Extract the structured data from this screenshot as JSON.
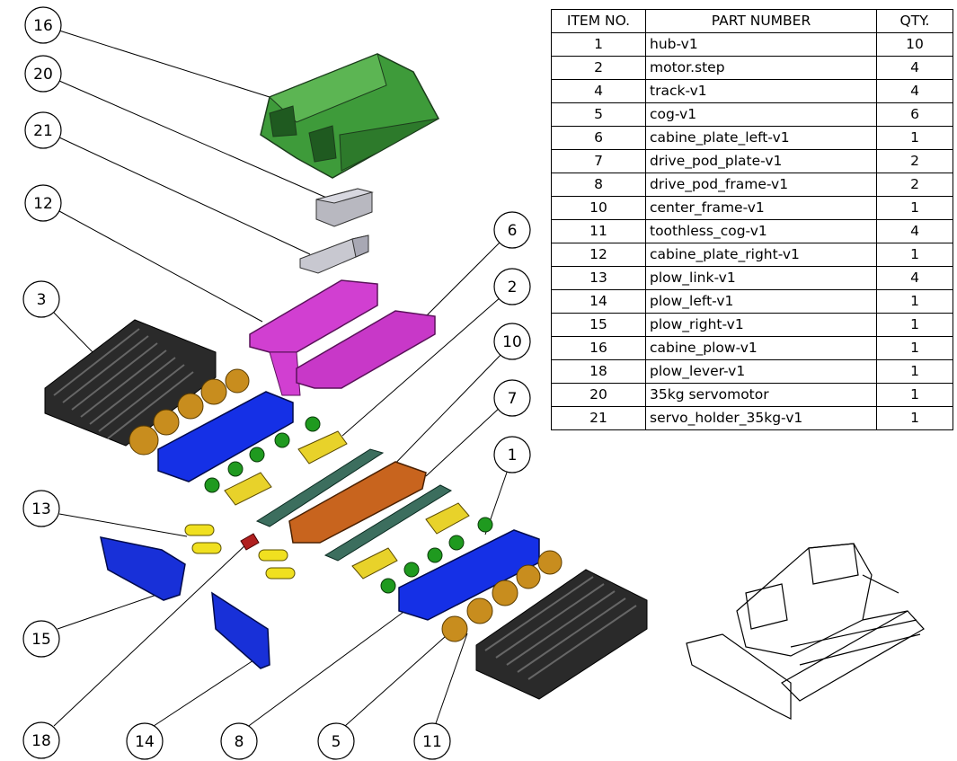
{
  "bom": {
    "headers": [
      "ITEM NO.",
      "PART NUMBER",
      "QTY."
    ],
    "rows": [
      {
        "item": "1",
        "part": "hub-v1",
        "qty": "10"
      },
      {
        "item": "2",
        "part": "motor.step",
        "qty": "4"
      },
      {
        "item": "4",
        "part": "track-v1",
        "qty": "4"
      },
      {
        "item": "5",
        "part": "cog-v1",
        "qty": "6"
      },
      {
        "item": "6",
        "part": "cabine_plate_left-v1",
        "qty": "1"
      },
      {
        "item": "7",
        "part": "drive_pod_plate-v1",
        "qty": "2"
      },
      {
        "item": "8",
        "part": "drive_pod_frame-v1",
        "qty": "2"
      },
      {
        "item": "10",
        "part": "center_frame-v1",
        "qty": "1"
      },
      {
        "item": "11",
        "part": "toothless_cog-v1",
        "qty": "4"
      },
      {
        "item": "12",
        "part": "cabine_plate_right-v1",
        "qty": "1"
      },
      {
        "item": "13",
        "part": "plow_link-v1",
        "qty": "4"
      },
      {
        "item": "14",
        "part": "plow_left-v1",
        "qty": "1"
      },
      {
        "item": "15",
        "part": "plow_right-v1",
        "qty": "1"
      },
      {
        "item": "16",
        "part": "cabine_plow-v1",
        "qty": "1"
      },
      {
        "item": "18",
        "part": "plow_lever-v1",
        "qty": "1"
      },
      {
        "item": "20",
        "part": "35kg servomotor",
        "qty": "1"
      },
      {
        "item": "21",
        "part": "servo_holder_35kg-v1",
        "qty": "1"
      }
    ]
  },
  "balloons": [
    {
      "label": "16"
    },
    {
      "label": "20"
    },
    {
      "label": "21"
    },
    {
      "label": "12"
    },
    {
      "label": "3"
    },
    {
      "label": "6"
    },
    {
      "label": "2"
    },
    {
      "label": "10"
    },
    {
      "label": "7"
    },
    {
      "label": "1"
    },
    {
      "label": "13"
    },
    {
      "label": "15"
    },
    {
      "label": "18"
    },
    {
      "label": "14"
    },
    {
      "label": "8"
    },
    {
      "label": "5"
    },
    {
      "label": "11"
    }
  ],
  "colors": {
    "cabin": "#2f8a2f",
    "plate": "#d13fd1",
    "frame": "#1530e6",
    "motor": "#e8d22a",
    "cog": "#c88d1e",
    "hub": "#1f9a1f",
    "center": "#c8641e",
    "pod_plate": "#3c6e5e",
    "link": "#f0e020",
    "plow": "#1830d8",
    "lever": "#b02020",
    "track": "#222222"
  }
}
